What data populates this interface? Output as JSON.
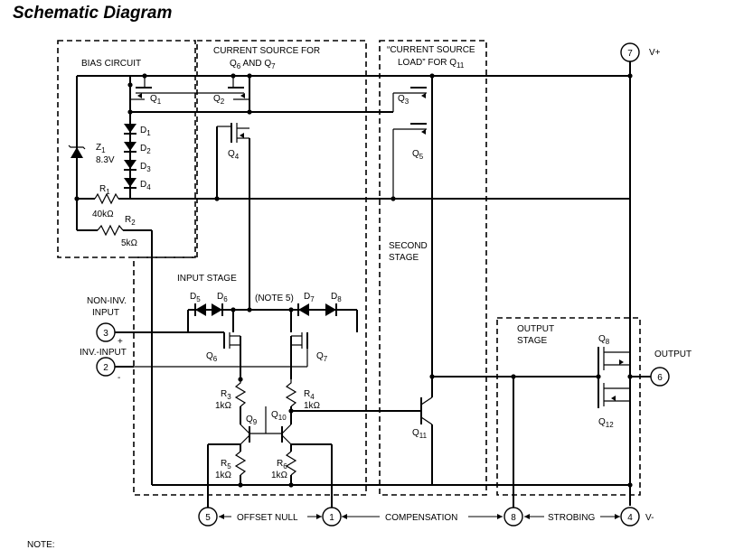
{
  "title": "Schematic Diagram",
  "note": "NOTE:",
  "blocks": {
    "bias": "BIAS CIRCUIT",
    "current_source_l1": "CURRENT SOURCE FOR",
    "current_source_l2a": "Q",
    "current_source_l2s1": "6",
    "current_source_l2b": " AND Q",
    "current_source_l2s2": "7",
    "load_l1": "“CURRENT SOURCE",
    "load_l2a": "LOAD” FOR Q",
    "load_l2s": "11",
    "second_stage_l1": "SECOND",
    "second_stage_l2": "STAGE",
    "input_stage": "INPUT STAGE",
    "output_stage_l1": "OUTPUT",
    "output_stage_l2": "STAGE",
    "note5": "(NOTE 5)"
  },
  "components": {
    "q1": [
      "Q",
      "1"
    ],
    "q2": [
      "Q",
      "2"
    ],
    "q3": [
      "Q",
      "3"
    ],
    "q4": [
      "Q",
      "4"
    ],
    "q5": [
      "Q",
      "5"
    ],
    "q6": [
      "Q",
      "6"
    ],
    "q7": [
      "Q",
      "7"
    ],
    "q8": [
      "Q",
      "8"
    ],
    "q9": [
      "Q",
      "9"
    ],
    "q10": [
      "Q",
      "10"
    ],
    "q11": [
      "Q",
      "11"
    ],
    "q12": [
      "Q",
      "12"
    ],
    "d1": [
      "D",
      "1"
    ],
    "d2": [
      "D",
      "2"
    ],
    "d3": [
      "D",
      "3"
    ],
    "d4": [
      "D",
      "4"
    ],
    "d5": [
      "D",
      "5"
    ],
    "d6": [
      "D",
      "6"
    ],
    "d7": [
      "D",
      "7"
    ],
    "d8": [
      "D",
      "8"
    ],
    "z1": [
      "Z",
      "1"
    ],
    "z1_value": "8.3V",
    "r1": [
      "R",
      "1"
    ],
    "r1_value": "40kΩ",
    "r2": [
      "R",
      "2"
    ],
    "r2_value": "5kΩ",
    "r3": [
      "R",
      "3"
    ],
    "r3_value": "1kΩ",
    "r4": [
      "R",
      "4"
    ],
    "r4_value": "1kΩ",
    "r5": [
      "R",
      "5"
    ],
    "r5_value": "1kΩ",
    "r6": [
      "R",
      "6"
    ],
    "r6_value": "1kΩ"
  },
  "pins": {
    "p1": "1",
    "p2": "2",
    "p3": "3",
    "p4": "4",
    "p5": "5",
    "p6": "6",
    "p7": "7",
    "p8": "8"
  },
  "labels": {
    "vplus": "V+",
    "vminus": "V-",
    "non_inv_l1": "NON-INV.",
    "non_inv_l2": "INPUT",
    "inv_input": "INV.-INPUT",
    "plus": "+",
    "minus": "-",
    "output": "OUTPUT",
    "offset_null": "OFFSET NULL",
    "compensation": "COMPENSATION",
    "strobing": "STROBING"
  }
}
